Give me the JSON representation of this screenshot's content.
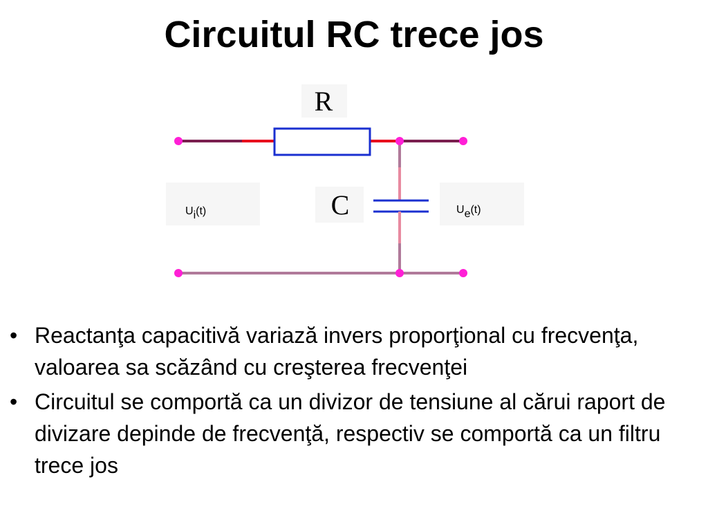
{
  "slide": {
    "title": "Circuitul RC trece jos"
  },
  "circuit": {
    "resistor_label": "R",
    "capacitor_label": "C",
    "input_label_main": "U",
    "input_label_sub": "i",
    "input_label_arg": "(t)",
    "output_label_main": "U",
    "output_label_sub": "e",
    "output_label_arg": "(t)",
    "colors": {
      "wire_dark": "#7a1f4f",
      "wire_red": "#e8001c",
      "wire_pink": "#e88aa0",
      "wire_mauve": "#b07a9a",
      "component_blue": "#1a2fd0",
      "terminal": "#ff1fd6",
      "label_bg": "#f6f6f6"
    }
  },
  "bullets": {
    "items": [
      {
        "marker": "•",
        "text": "Reactanţa capacitivă variază invers proporţional cu frecvenţa, valoarea sa scăzând cu creşterea frecvenţei"
      },
      {
        "marker": "•",
        "text": "Circuitul se comportă ca un divizor de tensiune al cărui raport de divizare depinde de frecvenţă, respectiv se comportă ca un filtru trece jos"
      }
    ]
  }
}
